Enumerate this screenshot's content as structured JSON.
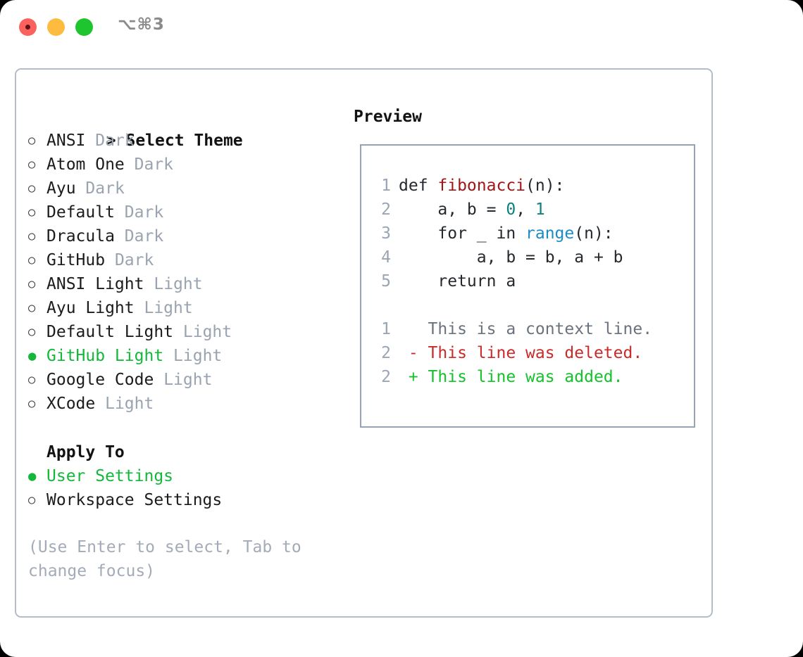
{
  "window": {
    "shortcut": "⌥⌘3",
    "traffic_lights": [
      "close",
      "minimize",
      "maximize"
    ]
  },
  "theme_panel": {
    "header": "Select Theme",
    "header_prefix": "> ",
    "bullet_unselected": "○",
    "bullet_selected": "●",
    "themes": [
      {
        "name": "ANSI",
        "variant": "Dark",
        "selected": false
      },
      {
        "name": "Atom One",
        "variant": "Dark",
        "selected": false
      },
      {
        "name": "Ayu",
        "variant": "Dark",
        "selected": false
      },
      {
        "name": "Default",
        "variant": "Dark",
        "selected": false
      },
      {
        "name": "Dracula",
        "variant": "Dark",
        "selected": false
      },
      {
        "name": "GitHub",
        "variant": "Dark",
        "selected": false
      },
      {
        "name": "ANSI Light",
        "variant": "Light",
        "selected": false
      },
      {
        "name": "Ayu Light",
        "variant": "Light",
        "selected": false
      },
      {
        "name": "Default Light",
        "variant": "Light",
        "selected": false
      },
      {
        "name": "GitHub Light",
        "variant": "Light",
        "selected": true
      },
      {
        "name": "Google Code",
        "variant": "Light",
        "selected": false
      },
      {
        "name": "XCode",
        "variant": "Light",
        "selected": false
      }
    ]
  },
  "apply_to": {
    "header": "Apply To",
    "options": [
      {
        "name": "User Settings",
        "selected": true
      },
      {
        "name": "Workspace Settings",
        "selected": false
      }
    ]
  },
  "hint": "(Use Enter to select, Tab to change focus)",
  "preview": {
    "header": "Preview",
    "code_lines": [
      {
        "num": "1",
        "segments": [
          {
            "t": "def ",
            "c": "plain"
          },
          {
            "t": "fibonacci",
            "c": "fn"
          },
          {
            "t": "(n):",
            "c": "plain"
          }
        ]
      },
      {
        "num": "2",
        "segments": [
          {
            "t": "    a, b = ",
            "c": "plain"
          },
          {
            "t": "0",
            "c": "num"
          },
          {
            "t": ", ",
            "c": "plain"
          },
          {
            "t": "1",
            "c": "num"
          }
        ]
      },
      {
        "num": "3",
        "segments": [
          {
            "t": "    for _ in ",
            "c": "plain"
          },
          {
            "t": "range",
            "c": "call"
          },
          {
            "t": "(n):",
            "c": "plain"
          }
        ]
      },
      {
        "num": "4",
        "segments": [
          {
            "t": "        a, b = b, a + b",
            "c": "plain"
          }
        ]
      },
      {
        "num": "5",
        "segments": [
          {
            "t": "    return a",
            "c": "plain"
          }
        ]
      }
    ],
    "diff_lines": [
      {
        "num": "1",
        "marker": " ",
        "text": " This is a context line.",
        "kind": "ctx"
      },
      {
        "num": "2",
        "marker": "-",
        "text": " This line was deleted.",
        "kind": "del"
      },
      {
        "num": "2",
        "marker": "+",
        "text": " This line was added.",
        "kind": "add"
      }
    ]
  },
  "colors": {
    "accent_green": "#13b83a",
    "muted": "#9aa3b0",
    "border": "#b4bcc8",
    "preview_border": "#97a3b3",
    "fn": "#a31515",
    "num": "#0e8080",
    "call": "#1a8cc8",
    "diff_del": "#c92a2a",
    "diff_add": "#14c22c",
    "diff_ctx": "#6a737d"
  }
}
